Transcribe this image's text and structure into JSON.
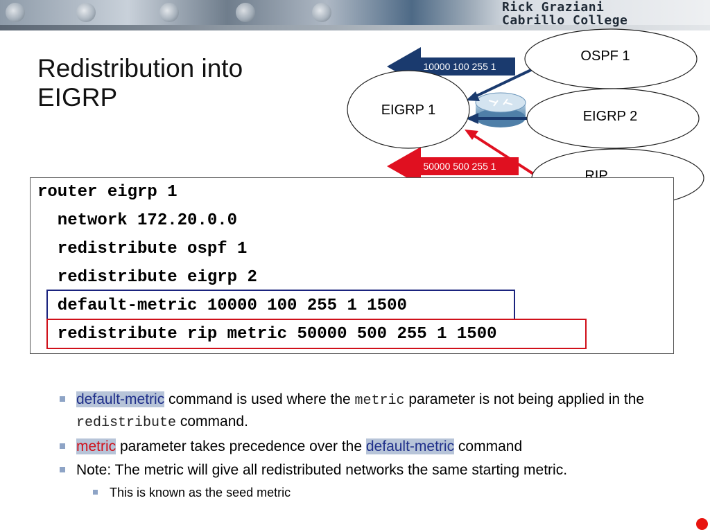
{
  "header": {
    "author": "Rick Graziani",
    "institution": "Cabrillo College"
  },
  "slide": {
    "title": "Redistribution into EIGRP"
  },
  "diagram": {
    "nodes": {
      "ospf": "OSPF 1",
      "eigrp1": "EIGRP 1",
      "eigrp2": "EIGRP 2",
      "rip": "RIP"
    },
    "arrows": {
      "blue_label": "10000 100 255 1",
      "red_label": "50000 500 255 1"
    },
    "colors": {
      "blue": "#1a3a6e",
      "red": "#e01020"
    }
  },
  "code": {
    "lines": [
      "router eigrp 1",
      "  network 172.20.0.0",
      "  redistribute ospf 1",
      "  redistribute eigrp 2",
      "  default-metric 10000 100 255 1 1500",
      "  redistribute rip metric 50000 500 255 1 1500"
    ]
  },
  "bullets": {
    "b1": {
      "term": "default-metric",
      "t1": " command is used where the ",
      "code1": "metric",
      "t2": " parameter is not being applied in the ",
      "code2": "redistribute",
      "t3": " command."
    },
    "b2": {
      "term1": "metric",
      "t1": " parameter takes precedence over the ",
      "term2": "default-metric",
      "t2": " command"
    },
    "b3": {
      "text": "Note: The metric will give all redistributed networks the same starting metric."
    },
    "sub1": {
      "text": "This is known as the seed metric"
    }
  }
}
